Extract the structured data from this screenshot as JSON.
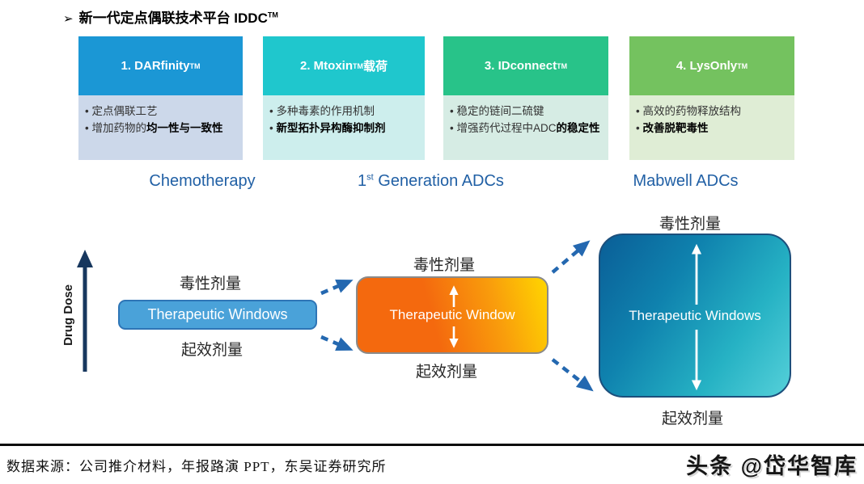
{
  "title": {
    "marker": "➢",
    "text": "新一代定点偶联技术平台 IDDC",
    "tm": "TM"
  },
  "cards": [
    {
      "header": {
        "name": "1. DARfinity",
        "tm": "TM",
        "suffix": ""
      },
      "bullets": [
        {
          "pre": "定点偶联工艺",
          "bold": ""
        },
        {
          "pre": "增加药物的",
          "bold": "均一性与一致性"
        }
      ]
    },
    {
      "header": {
        "name": "2. Mtoxin",
        "tm": "TM",
        "suffix": " 载荷"
      },
      "bullets": [
        {
          "pre": "多种毒素的作用机制",
          "bold": ""
        },
        {
          "pre": "",
          "bold": "新型拓扑异构酶抑制剂"
        }
      ]
    },
    {
      "header": {
        "name": "3. IDconnect",
        "tm": "TM",
        "suffix": ""
      },
      "bullets": [
        {
          "pre": "稳定的链间二硫键",
          "bold": ""
        },
        {
          "pre": "增强药代过程中ADC",
          "bold": "的稳定性"
        }
      ]
    },
    {
      "header": {
        "name": "4. LysOnly",
        "tm": "TM",
        "suffix": ""
      },
      "bullets": [
        {
          "pre": "高效的药物释放结构",
          "bold": ""
        },
        {
          "pre": "",
          "bold": "改善脱靶毒性"
        }
      ]
    }
  ],
  "stages": [
    {
      "pre": "Chemotherapy",
      "sup": "",
      "post": ""
    },
    {
      "pre": "1",
      "sup": "st",
      "post": " Generation ADCs"
    },
    {
      "pre": "Mabwell ADCs",
      "sup": "",
      "post": ""
    }
  ],
  "diagram": {
    "y_axis_label": "Drug Dose",
    "toxic_dose_label": "毒性剂量",
    "effective_dose_label": "起效剂量",
    "chemo_window": "Therapeutic Windows",
    "adc1_window": "Therapeutic Window",
    "mabwell_window": "Therapeutic Windows"
  },
  "footer": {
    "source": "数据来源：公司推介材料，年报路演 PPT，东吴证券研究所",
    "watermark": "头条 @岱华智库"
  },
  "colors": {
    "card_headers": [
      "#1b97d5",
      "#1fc7cd",
      "#28c389",
      "#74c25f"
    ],
    "card_bodies": [
      "#ccd8ea",
      "#cdeeed",
      "#d6ece4",
      "#dfedd5"
    ],
    "stage_label": "#2160a5",
    "chemo_box_fill": "#4aa2d9",
    "chemo_box_border": "#2e75b6",
    "adc1_gradient_start": "#f4690e",
    "adc1_gradient_end": "#ffd600",
    "mabwell_gradient_start": "#0a5e97",
    "mabwell_gradient_end": "#55d0d9",
    "dashed_arrow": "#2468b0",
    "axis_arrow": "#17375e"
  }
}
